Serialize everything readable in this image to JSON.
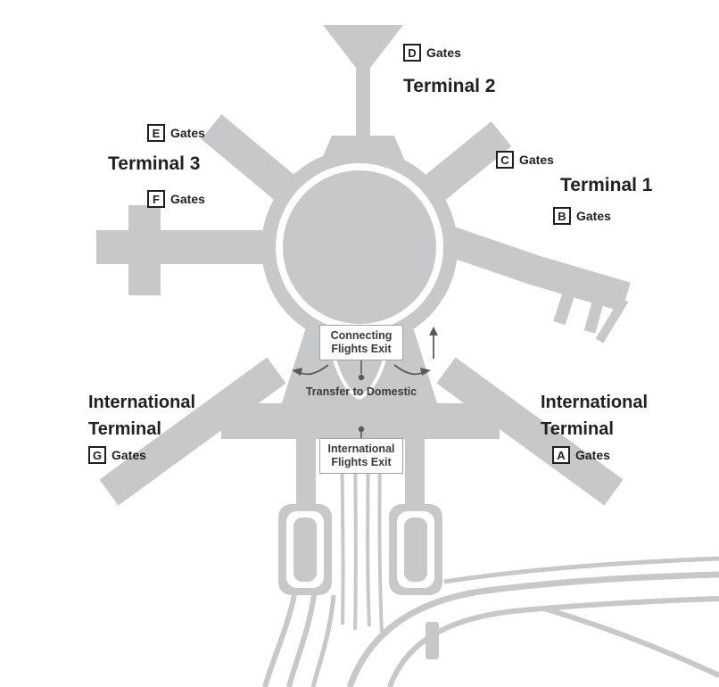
{
  "colors": {
    "building": "#c7c8ca",
    "text": "#231f20",
    "box_border": "#9fa1a4",
    "arrow": "#58595b"
  },
  "terminals": {
    "t2": {
      "name": "Terminal 2"
    },
    "t3": {
      "name": "Terminal 3"
    },
    "t1": {
      "name": "Terminal 1"
    },
    "intl_left": {
      "line1": "International",
      "line2": "Terminal"
    },
    "intl_right": {
      "line1": "International",
      "line2": "Terminal"
    }
  },
  "gates": {
    "d": {
      "letter": "D",
      "label": "Gates"
    },
    "e": {
      "letter": "E",
      "label": "Gates"
    },
    "f": {
      "letter": "F",
      "label": "Gates"
    },
    "c": {
      "letter": "C",
      "label": "Gates"
    },
    "b": {
      "letter": "B",
      "label": "Gates"
    },
    "g": {
      "letter": "G",
      "label": "Gates"
    },
    "a": {
      "letter": "A",
      "label": "Gates"
    }
  },
  "callouts": {
    "connecting": {
      "line1": "Connecting",
      "line2": "Flights Exit"
    },
    "transfer": "Transfer to Domestic",
    "international": {
      "line1": "International",
      "line2": "Flights Exit"
    }
  }
}
